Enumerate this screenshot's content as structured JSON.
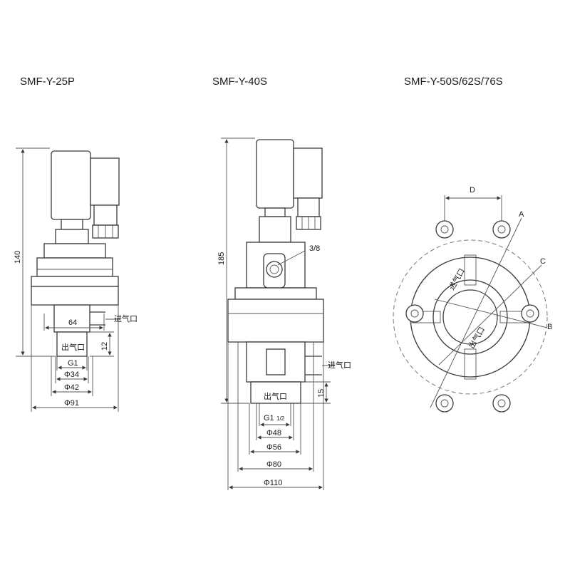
{
  "titles": {
    "left": "SMF-Y-25P",
    "middle": "SMF-Y-40S",
    "right": "SMF-Y-50S/62S/76S"
  },
  "left_view": {
    "height": "140",
    "inlet_spacing": "64",
    "inlet": "进气口",
    "outlet": "出气口",
    "outlet_height": "12",
    "thread": "G1",
    "d1": "Φ34",
    "d2": "Φ42",
    "d3": "Φ91"
  },
  "middle_view": {
    "height": "185",
    "port": "3/8",
    "inlet": "进气口",
    "outlet": "出气口",
    "outlet_height": "15",
    "thread": "G1",
    "thread_sub": "1/2",
    "d1": "Φ48",
    "d2": "Φ56",
    "d3": "Φ80",
    "d4": "Φ110"
  },
  "right_view": {
    "dim_d": "D",
    "dim_a": "A",
    "dim_b": "B",
    "dim_c": "C",
    "inlet": "进气口",
    "outlet": "出气口"
  }
}
